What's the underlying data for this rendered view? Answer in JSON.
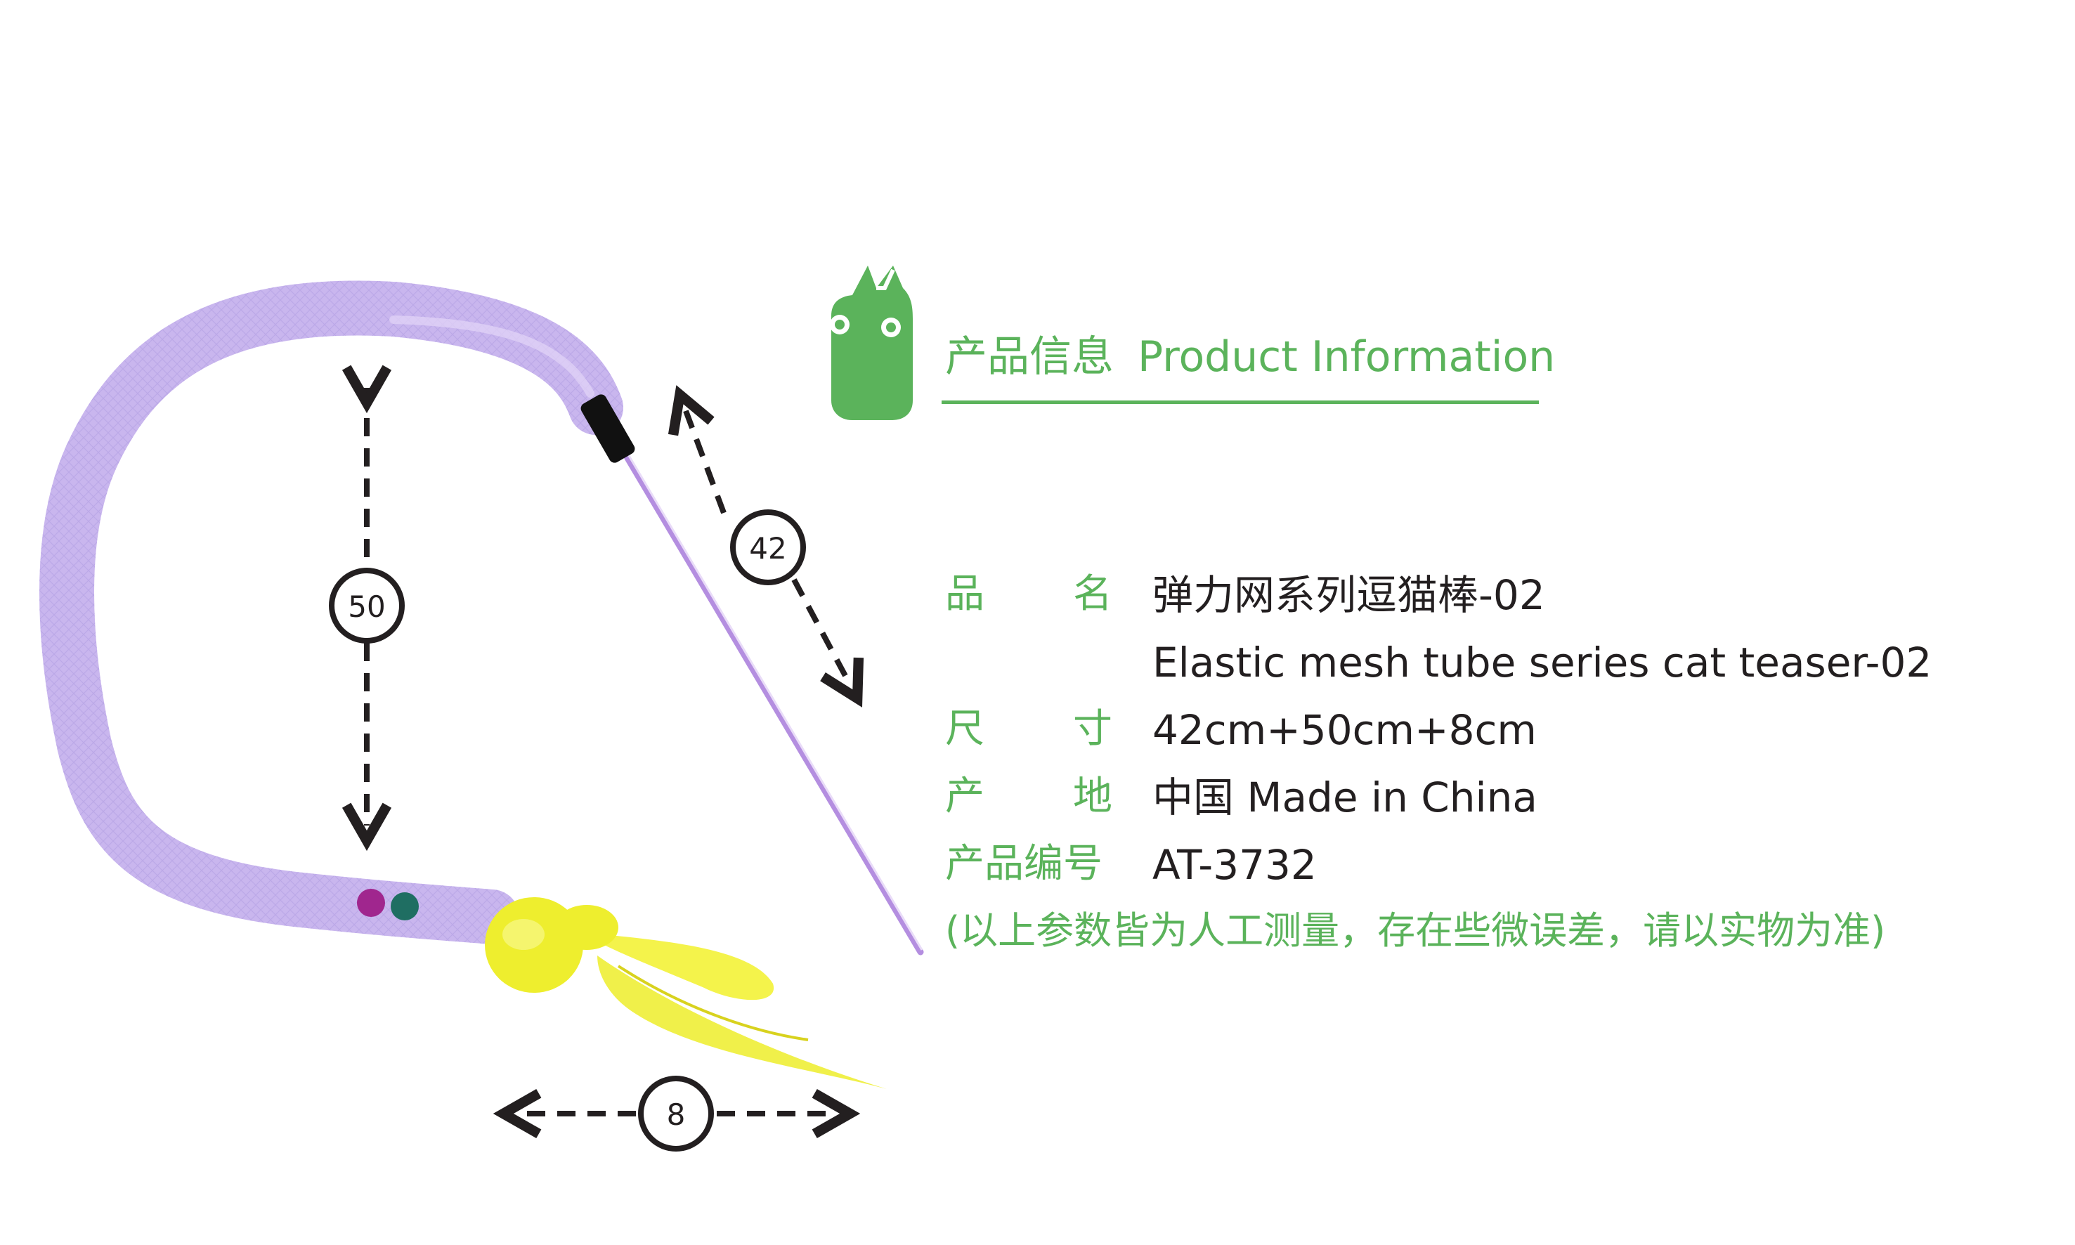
{
  "header": {
    "title_zh": "产品信息",
    "title_en": "Product Information"
  },
  "dimensions": {
    "rod_length": "42",
    "tube_length": "50",
    "tail_length": "8"
  },
  "info": {
    "name": {
      "label_a": "品",
      "label_b": "名",
      "value_zh": "弹力网系列逗猫棒-02",
      "value_en": "Elastic mesh tube series cat teaser-02"
    },
    "size": {
      "label_a": "尺",
      "label_b": "寸",
      "value": "42cm+50cm+8cm"
    },
    "origin": {
      "label_a": "产",
      "label_b": "地",
      "value": "中国 Made in China"
    },
    "code": {
      "label": "产品编号",
      "value": "AT-3732"
    },
    "note": "(以上参数皆为人工测量，存在些微误差，请以实物为准)"
  },
  "colors": {
    "brand_green": "#5bb35b",
    "tube_purple": "#c9b6ee",
    "feather_yellow": "#f3f237",
    "text_dark": "#231f20"
  }
}
